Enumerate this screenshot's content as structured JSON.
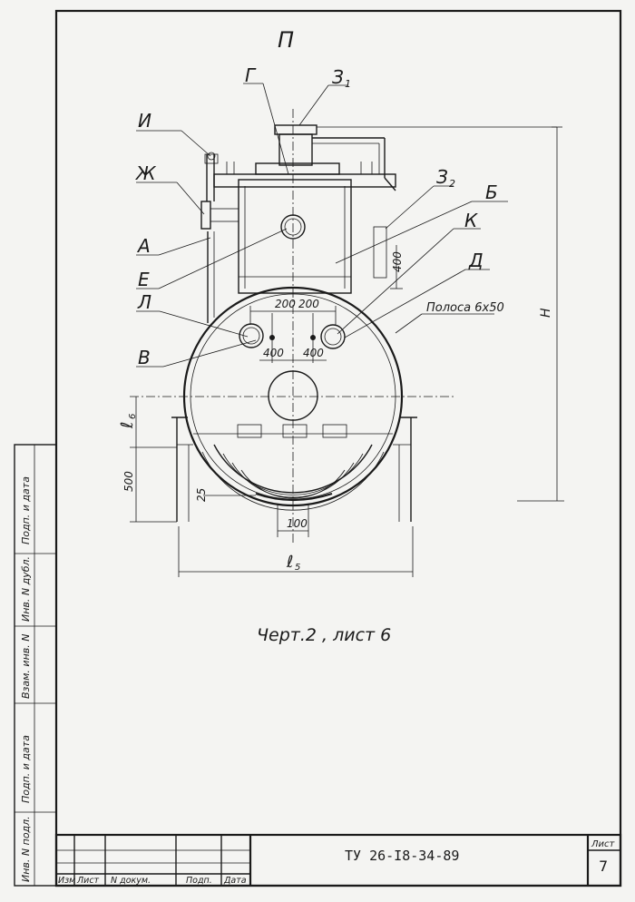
{
  "view_label": "П",
  "drawing_caption": "Черт.2 , лист 6",
  "callouts": {
    "G": "Г",
    "Z1": "З",
    "Z1_sub": "1",
    "Z2": "З",
    "Z2_sub": "2",
    "I": "И",
    "Zh": "Ж",
    "B": "Б",
    "K": "К",
    "A": "А",
    "D": "Д",
    "E": "Е",
    "L": "Л",
    "V": "В"
  },
  "strip_note": "Полоса 6x50",
  "dimensions": {
    "d200_left": "200",
    "d200_right": "200",
    "d400_left": "400",
    "d400_right": "400",
    "d400_vertical": "400",
    "d500": "500",
    "d25": "25",
    "d100": "100",
    "l5": "ℓ",
    "l5_sub": "5",
    "l6": "ℓ",
    "l6_sub": "6",
    "H": "Н"
  },
  "side_stamp": {
    "fields": [
      "Подп. и дата",
      "Инв. N дубл.",
      "Взам. инв. N",
      "Подп. и дата",
      "Инв. N подл."
    ]
  },
  "title_block": {
    "headers": [
      "Изм",
      "Лист",
      "N докум.",
      "Подп.",
      "Дата"
    ],
    "document_code": "ТУ 26-I8-34-89",
    "sheet_label": "Лист",
    "sheet_number": "7"
  }
}
